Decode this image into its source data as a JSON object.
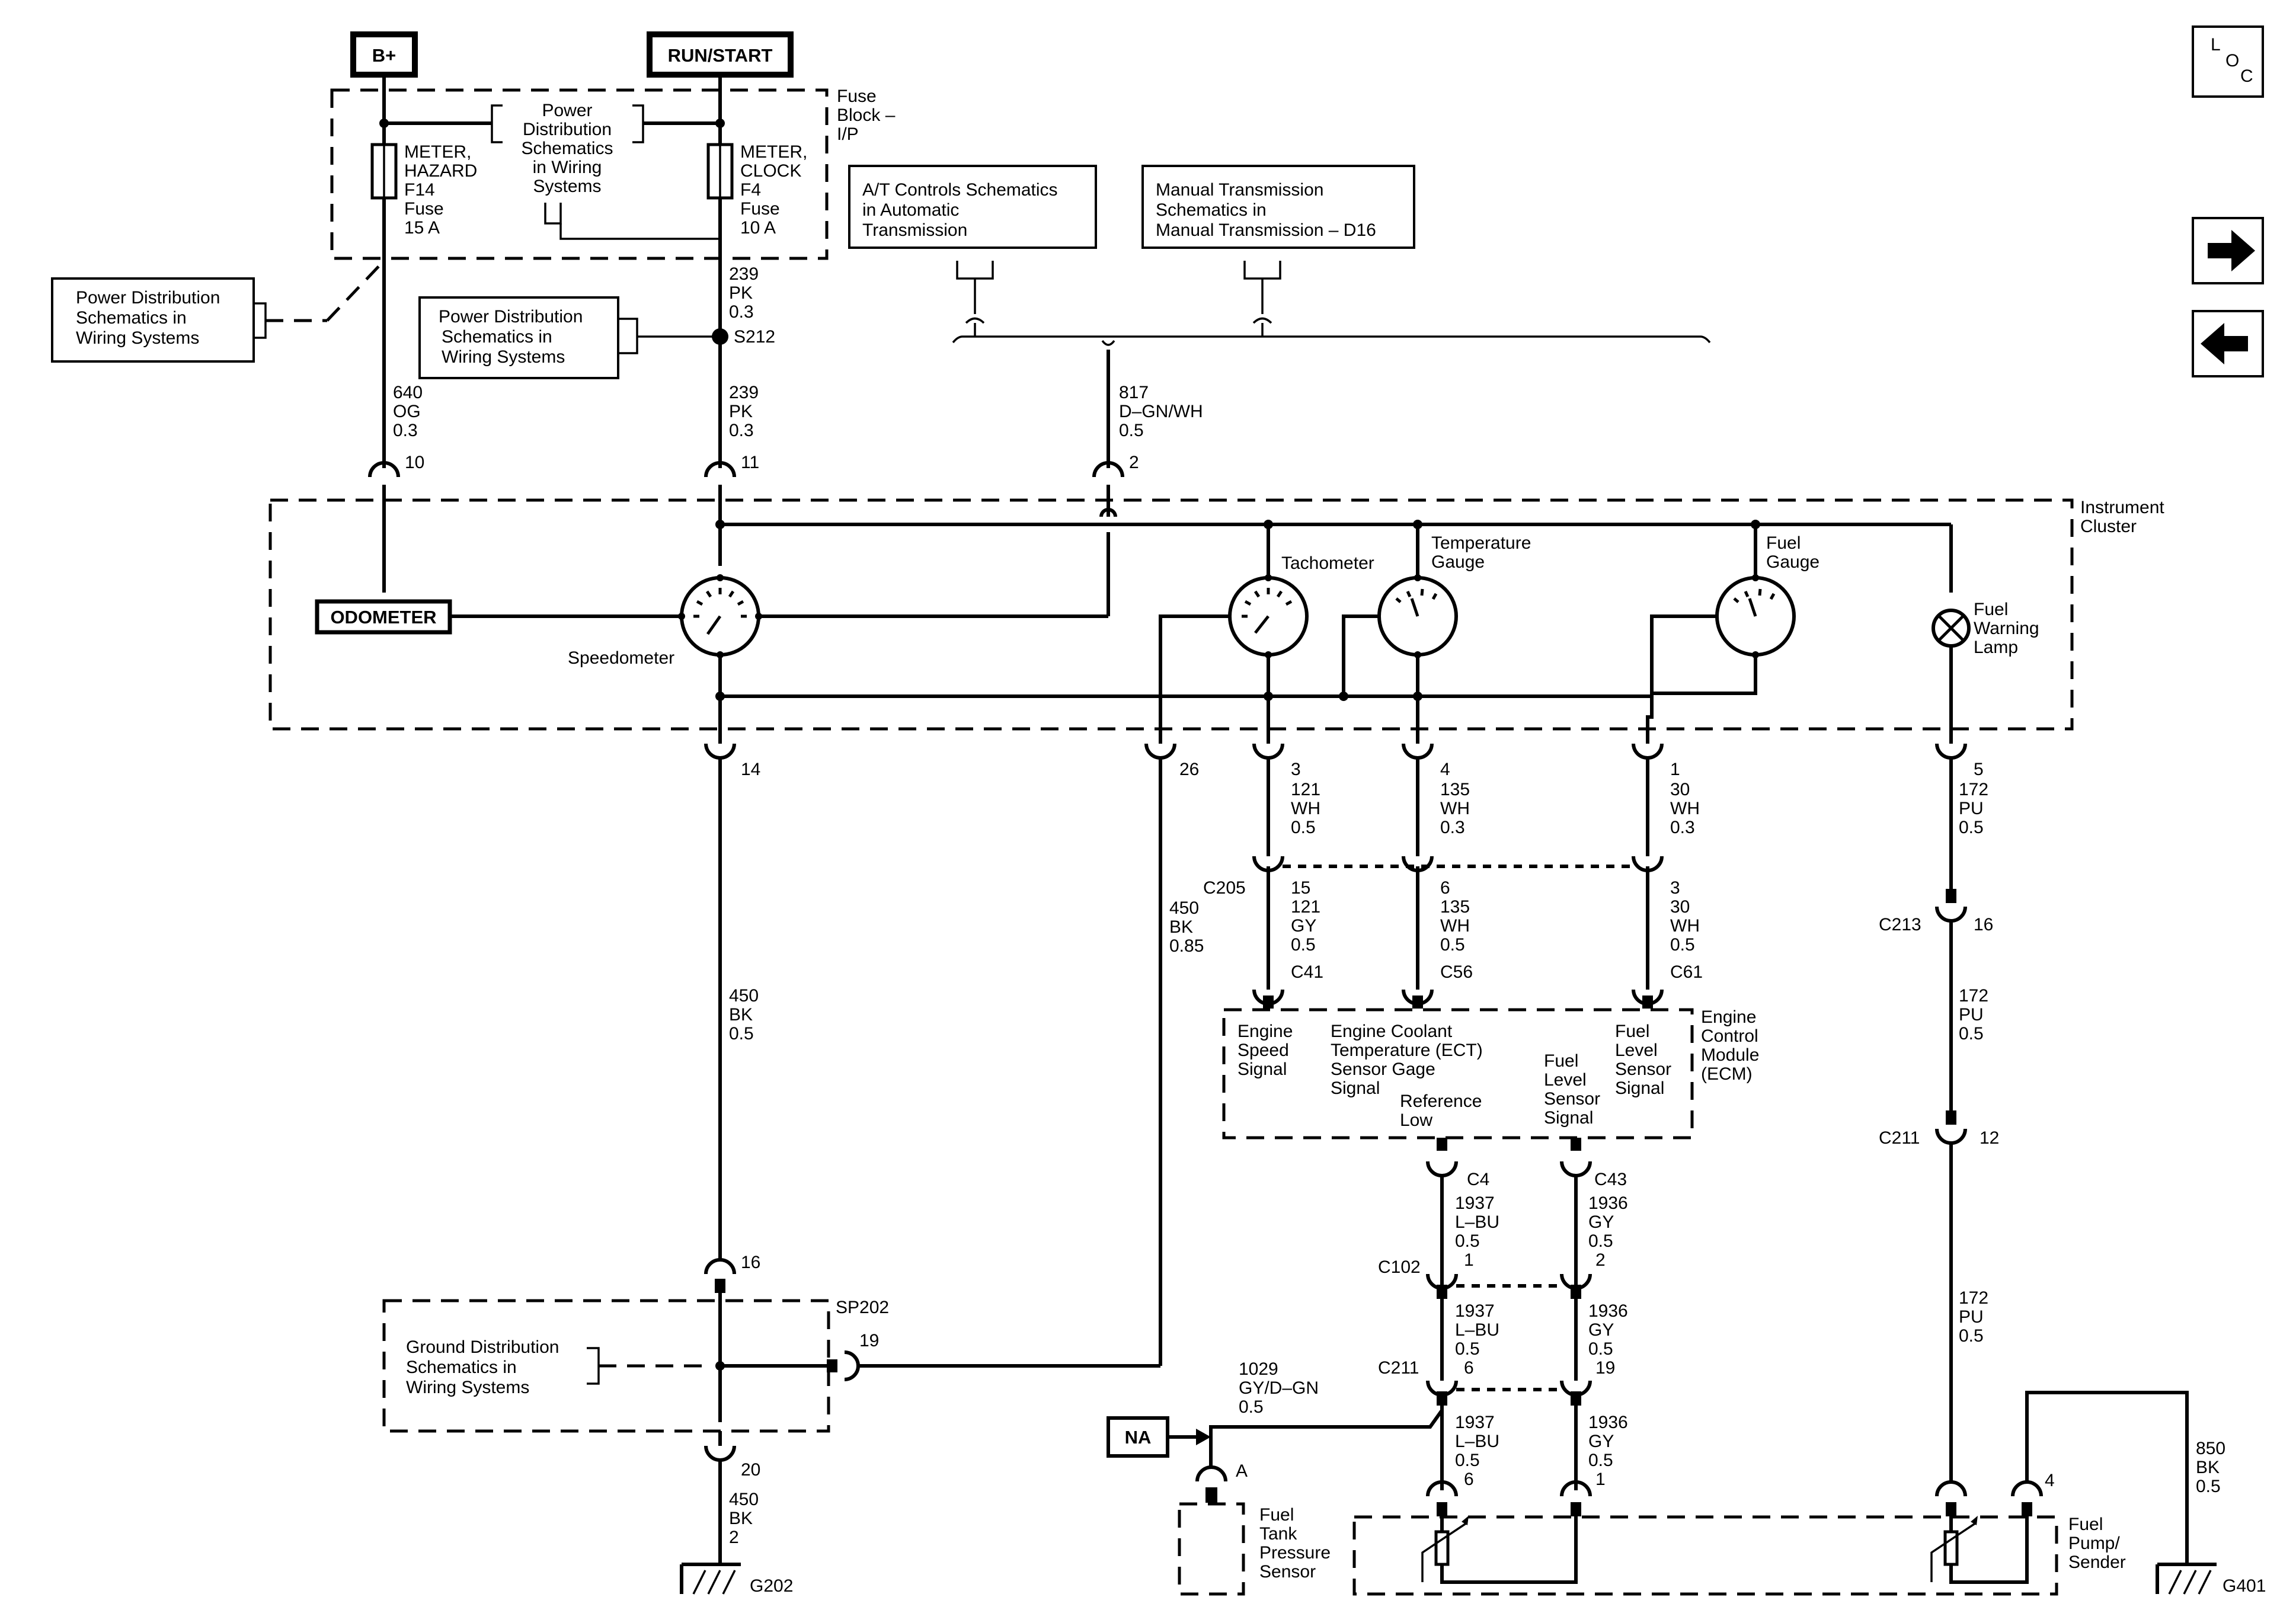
{
  "nav": {
    "loc_l": "L",
    "loc_o": "O",
    "loc_c": "C"
  },
  "power": {
    "bplus": "B+",
    "runstart": "RUN/START"
  },
  "fuse_block": {
    "label": [
      "Fuse",
      "Block –",
      "I/P"
    ],
    "fuse_f14": [
      "METER,",
      "HAZARD",
      "F14",
      "Fuse",
      "15 A"
    ],
    "fuse_f4": [
      "METER,",
      "CLOCK",
      "F4",
      "Fuse",
      "10 A"
    ],
    "pds_inner": [
      "Power",
      "Distribution",
      "Schematics",
      "in Wiring",
      "Systems"
    ]
  },
  "refs": {
    "pds_left": [
      "Power Distribution",
      "Schematics in",
      "Wiring Systems"
    ],
    "pds_mid": [
      "Power Distribution",
      "Schematics in",
      "Wiring Systems"
    ],
    "at_controls": [
      "A/T Controls Schematics",
      "in Automatic",
      "Transmission"
    ],
    "manual_trans": [
      "Manual Transmission",
      "Schematics in",
      "Manual Transmission – D16"
    ],
    "ground_dist": [
      "Ground Distribution",
      "Schematics in",
      "Wiring Systems"
    ]
  },
  "wires": {
    "w239a": [
      "239",
      "PK",
      "0.3"
    ],
    "splice_s212": "S212",
    "w640": [
      "640",
      "OG",
      "0.3"
    ],
    "w239b": [
      "239",
      "PK",
      "0.3"
    ],
    "w817": [
      "817",
      "D–GN/WH",
      "0.5"
    ],
    "w450a": [
      "450",
      "BK",
      "0.5"
    ],
    "w450b": [
      "450",
      "BK",
      "0.85"
    ],
    "w121a": [
      "121",
      "WH",
      "0.5"
    ],
    "w121b": [
      "121",
      "GY",
      "0.5"
    ],
    "w135a": [
      "135",
      "WH",
      "0.3"
    ],
    "w135b": [
      "135",
      "WH",
      "0.5"
    ],
    "w30a": [
      "30",
      "WH",
      "0.3"
    ],
    "w30b": [
      "30",
      "WH",
      "0.5"
    ],
    "w172a": [
      "172",
      "PU",
      "0.5"
    ],
    "w172b": [
      "172",
      "PU",
      "0.5"
    ],
    "w172c": [
      "172",
      "PU",
      "0.5"
    ],
    "w1937a": [
      "1937",
      "L–BU",
      "0.5"
    ],
    "w1937b": [
      "1937",
      "L–BU",
      "0.5"
    ],
    "w1937c": [
      "1937",
      "L–BU",
      "0.5"
    ],
    "w1936a": [
      "1936",
      "GY",
      "0.5"
    ],
    "w1936b": [
      "1936",
      "GY",
      "0.5"
    ],
    "w1936c": [
      "1936",
      "GY",
      "0.5"
    ],
    "w1029": [
      "1029",
      "GY/D–GN",
      "0.5"
    ],
    "w450c": [
      "450",
      "BK",
      "2"
    ],
    "w850": [
      "850",
      "BK",
      "0.5"
    ]
  },
  "pins": {
    "p10": "10",
    "p11": "11",
    "p2": "2",
    "p14": "14",
    "p26": "26",
    "p3": "3",
    "p4": "4",
    "p1": "1",
    "p5": "5",
    "p15": "15",
    "p6": "6",
    "p3b": "3",
    "p16": "16",
    "p12": "12",
    "p16b": "16",
    "p19": "19",
    "p20": "20",
    "p1b": "1",
    "p2b": "2",
    "p6b": "6",
    "p19b": "19",
    "p6c": "6",
    "p1c": "1",
    "pA": "A",
    "p4b": "4"
  },
  "connectors": {
    "c205": "C205",
    "c41": "C41",
    "c56": "C56",
    "c61": "C61",
    "c213": "C213",
    "c211a": "C211",
    "c4": "C4",
    "c43": "C43",
    "c102": "C102",
    "c211b": "C211",
    "sp202": "SP202"
  },
  "cluster": {
    "label": [
      "Instrument",
      "Cluster"
    ],
    "odometer": "ODOMETER",
    "speedometer": "Speedometer",
    "tachometer": "Tachometer",
    "temp_gauge": [
      "Temperature",
      "Gauge"
    ],
    "fuel_gauge": [
      "Fuel",
      "Gauge"
    ],
    "fuel_lamp": [
      "Fuel",
      "Warning",
      "Lamp"
    ]
  },
  "ecm": {
    "label": [
      "Engine",
      "Control",
      "Module",
      "(ECM)"
    ],
    "engine_speed": [
      "Engine",
      "Speed",
      "Signal"
    ],
    "ect": [
      "Engine Coolant",
      "Temperature (ECT)",
      "Sensor Gage",
      "Signal"
    ],
    "ref_low": [
      "Reference",
      "Low"
    ],
    "fuel_level_sensor": [
      "Fuel",
      "Level",
      "Sensor",
      "Signal"
    ],
    "fuel_level": [
      "Fuel",
      "Level",
      "Sensor",
      "Signal"
    ]
  },
  "bottom": {
    "na": "NA",
    "fuel_tank_pressure": [
      "Fuel",
      "Tank",
      "Pressure",
      "Sensor"
    ],
    "fuel_pump": [
      "Fuel",
      "Pump/",
      "Sender"
    ],
    "g202": "G202",
    "g401": "G401"
  }
}
